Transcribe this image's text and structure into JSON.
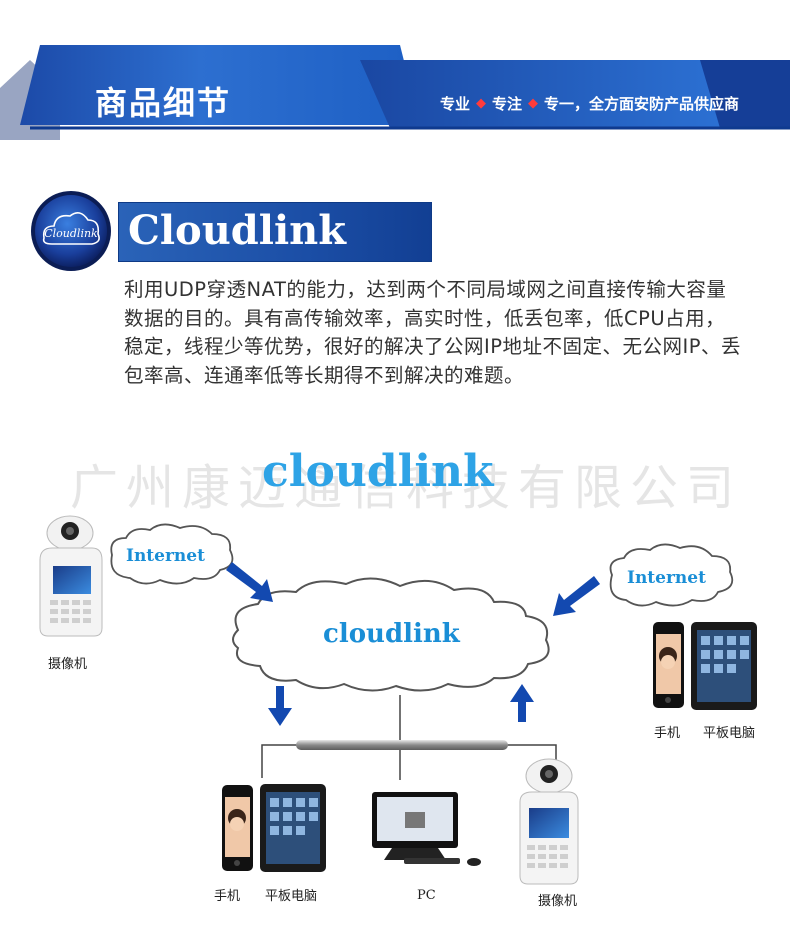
{
  "header": {
    "title": "商品细节",
    "slogan_parts": [
      "专业",
      "专注",
      "专一，全方面安防产品供应商"
    ]
  },
  "section": {
    "heading": "Cloudlink",
    "logo_text": "Cloudlink",
    "description": "利用UDP穿透NAT的能力，达到两个不同局域网之间直接传输大容量数据的目的。具有高传输效率，高实时性，低丢包率，低CPU占用，稳定，线程少等优势，很好的解决了公网IP地址不固定、无公网IP、丢包率高、连通率低等长期得不到解决的难题。"
  },
  "diagram": {
    "watermark": "广州康迈通信科技有限公司",
    "title": "cloudlink",
    "center_cloud": "cloudlink",
    "internet_left": "Internet",
    "internet_right": "Internet",
    "labels": {
      "camera_left": "摄像机",
      "phone_right": "手机",
      "tablet_right": "平板电脑",
      "phone_bottom": "手机",
      "tablet_bottom": "平板电脑",
      "pc": "PC",
      "camera_bottom": "摄像机"
    }
  },
  "colors": {
    "header_blue": "#1d55b8",
    "accent_cyan": "#2ea3e6",
    "arrow_blue": "#1349b0"
  }
}
